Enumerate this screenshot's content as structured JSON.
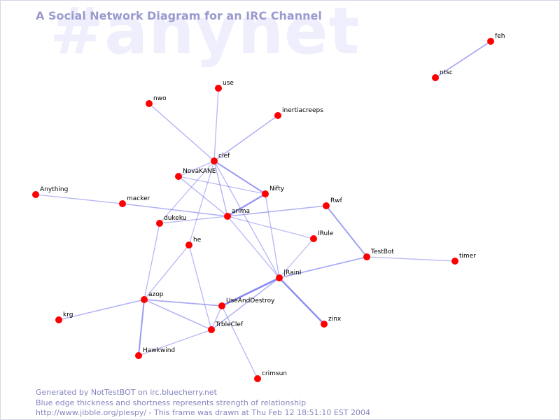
{
  "channel": "#anynet",
  "title": "A Social Network Diagram for an IRC Channel",
  "colors": {
    "node": "#ff0000",
    "edge": "#7b7bef",
    "title": "#9a9acf",
    "watermark": "#eeeefc",
    "footer": "#8686c0"
  },
  "nodes": [
    {
      "id": "feh",
      "label": "feh"
    },
    {
      "id": "ntsc",
      "label": "ntsc"
    },
    {
      "id": "use",
      "label": "use"
    },
    {
      "id": "nwo",
      "label": "nwo"
    },
    {
      "id": "inertiacreeps",
      "label": "inertiacreeps"
    },
    {
      "id": "clef",
      "label": "clef"
    },
    {
      "id": "NovaKANE",
      "label": "NovaKANE"
    },
    {
      "id": "Nifty",
      "label": "Nifty"
    },
    {
      "id": "Anything",
      "label": "Anything"
    },
    {
      "id": "macker",
      "label": "macker"
    },
    {
      "id": "Rwf",
      "label": "Rwf"
    },
    {
      "id": "arima",
      "label": "arima"
    },
    {
      "id": "dukeku",
      "label": "dukeku"
    },
    {
      "id": "IRule",
      "label": "IRule"
    },
    {
      "id": "he",
      "label": "he"
    },
    {
      "id": "TestBot",
      "label": "TestBot"
    },
    {
      "id": "timer",
      "label": "timer"
    },
    {
      "id": "IRainI",
      "label": "|RainI"
    },
    {
      "id": "azop",
      "label": "azop"
    },
    {
      "id": "UseAndDestroy",
      "label": "UseAndDestroy"
    },
    {
      "id": "krg",
      "label": "krg"
    },
    {
      "id": "zinx",
      "label": "zinx"
    },
    {
      "id": "TrbleClef",
      "label": "TrbleClef"
    },
    {
      "id": "Hawkwind",
      "label": "Hawkwind"
    },
    {
      "id": "crimsun",
      "label": "crimsun"
    }
  ],
  "edges": [
    {
      "from": "feh",
      "to": "ntsc",
      "strength": 1.2
    },
    {
      "from": "use",
      "to": "clef",
      "strength": 0.8
    },
    {
      "from": "nwo",
      "to": "clef",
      "strength": 0.9
    },
    {
      "from": "inertiacreeps",
      "to": "clef",
      "strength": 1.0
    },
    {
      "from": "clef",
      "to": "Nifty",
      "strength": 1.6
    },
    {
      "from": "clef",
      "to": "arima",
      "strength": 0.9
    },
    {
      "from": "clef",
      "to": "NovaKANE",
      "strength": 0.7
    },
    {
      "from": "clef",
      "to": "dukeku",
      "strength": 0.7
    },
    {
      "from": "clef",
      "to": "he",
      "strength": 0.7
    },
    {
      "from": "clef",
      "to": "IRainI",
      "strength": 0.8
    },
    {
      "from": "NovaKANE",
      "to": "Nifty",
      "strength": 0.7
    },
    {
      "from": "NovaKANE",
      "to": "arima",
      "strength": 0.9
    },
    {
      "from": "Nifty",
      "to": "arima",
      "strength": 1.8
    },
    {
      "from": "Nifty",
      "to": "IRainI",
      "strength": 0.8
    },
    {
      "from": "Anything",
      "to": "macker",
      "strength": 0.8
    },
    {
      "from": "macker",
      "to": "arima",
      "strength": 1.0
    },
    {
      "from": "arima",
      "to": "Rwf",
      "strength": 1.0
    },
    {
      "from": "arima",
      "to": "dukeku",
      "strength": 0.8
    },
    {
      "from": "arima",
      "to": "IRule",
      "strength": 0.7
    },
    {
      "from": "arima",
      "to": "IRainI",
      "strength": 0.8
    },
    {
      "from": "Rwf",
      "to": "TestBot",
      "strength": 1.5
    },
    {
      "from": "TestBot",
      "to": "timer",
      "strength": 0.8
    },
    {
      "from": "TestBot",
      "to": "IRainI",
      "strength": 1.2
    },
    {
      "from": "IRule",
      "to": "IRainI",
      "strength": 0.7
    },
    {
      "from": "IRainI",
      "to": "UseAndDestroy",
      "strength": 2.2
    },
    {
      "from": "IRainI",
      "to": "zinx",
      "strength": 2.0
    },
    {
      "from": "IRainI",
      "to": "TrbleClef",
      "strength": 1.0
    },
    {
      "from": "dukeku",
      "to": "azop",
      "strength": 0.8
    },
    {
      "from": "he",
      "to": "azop",
      "strength": 0.8
    },
    {
      "from": "he",
      "to": "TrbleClef",
      "strength": 0.8
    },
    {
      "from": "azop",
      "to": "UseAndDestroy",
      "strength": 1.2
    },
    {
      "from": "azop",
      "to": "TrbleClef",
      "strength": 1.0
    },
    {
      "from": "azop",
      "to": "krg",
      "strength": 1.0
    },
    {
      "from": "azop",
      "to": "Hawkwind",
      "strength": 1.6
    },
    {
      "from": "UseAndDestroy",
      "to": "TrbleClef",
      "strength": 0.8
    },
    {
      "from": "UseAndDestroy",
      "to": "crimsun",
      "strength": 0.8
    },
    {
      "from": "TrbleClef",
      "to": "Hawkwind",
      "strength": 0.8
    }
  ],
  "footer": {
    "line1": "Generated by NotTestBOT on irc.bluecherry.net",
    "line2": "Blue edge thickness and shortness represents strength of relationship",
    "line3": "http://www.jibble.org/piespy/ - This frame was drawn at Thu Feb 12 18:51:10 EST 2004"
  }
}
